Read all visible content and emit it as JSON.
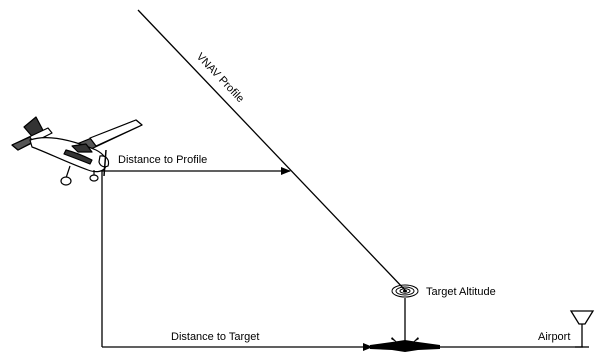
{
  "labels": {
    "vnav_profile": "VNAV Profile",
    "distance_to_profile": "Distance to Profile",
    "target_altitude": "Target Altitude",
    "distance_to_target": "Distance to Target",
    "airport": "Airport"
  },
  "colors": {
    "line": "#000000",
    "aircraft_body": "#ffffff",
    "aircraft_accent": "#555555"
  },
  "icons": {
    "aircraft": "airplane-icon",
    "target_altitude": "altitude-marker-icon",
    "airport": "windsock-icon",
    "target_point": "target-cross-icon"
  }
}
